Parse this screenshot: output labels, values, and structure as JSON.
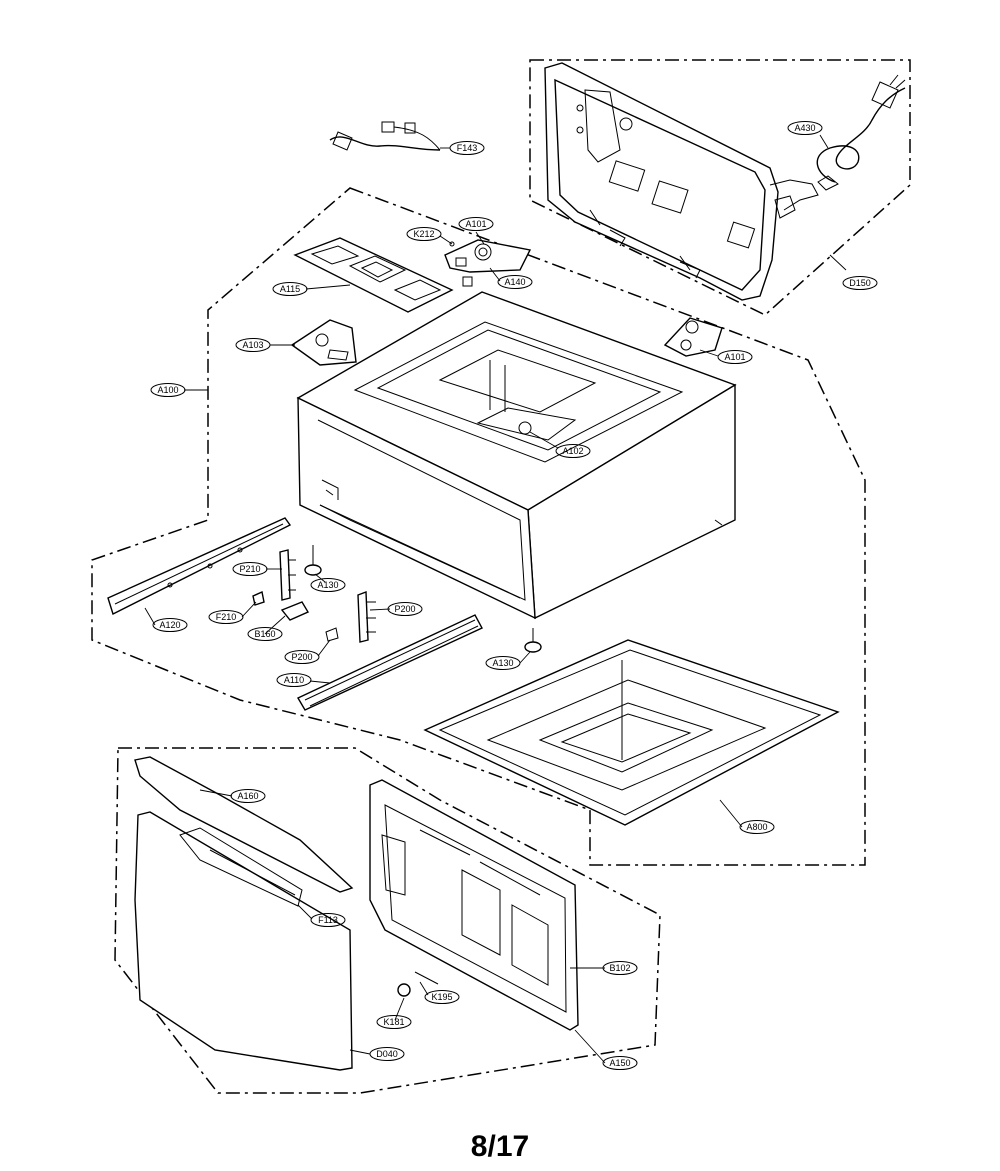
{
  "labels": {
    "F143": "F143",
    "A430": "A430",
    "D150": "D150",
    "K212": "K212",
    "A101_top": "A101",
    "A140": "A140",
    "A115": "A115",
    "A103": "A103",
    "A101_right": "A101",
    "A100": "A100",
    "A102": "A102",
    "P210_upper": "P210",
    "A130_left": "A130",
    "F210": "F210",
    "P200_right": "P200",
    "A120": "A120",
    "B160": "B160",
    "P200_lower": "P200",
    "A130_right": "A130",
    "A110": "A110",
    "A800": "A800",
    "A160": "A160",
    "F113": "F113",
    "B102": "B102",
    "K195": "K195",
    "K181": "K181",
    "D040": "D040",
    "A150": "A150"
  },
  "page_number": "8/17"
}
